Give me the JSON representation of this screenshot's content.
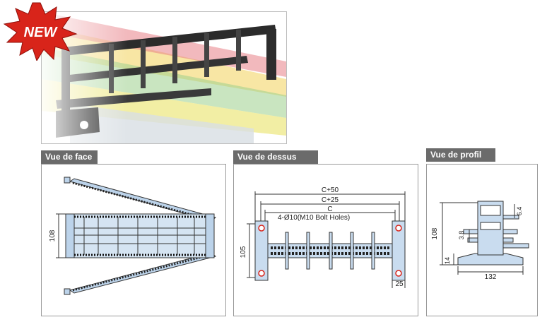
{
  "badge": {
    "label": "NEW",
    "color": "#d8241a"
  },
  "sections": [
    {
      "title": "Vue de face",
      "dims": [
        "108"
      ]
    },
    {
      "title": "Vue de dessus",
      "dims": [
        "C+50",
        "C+25",
        "C",
        "4-Ø10(M10 Bolt Holes)",
        "105",
        "25"
      ]
    },
    {
      "title": "Vue de profil",
      "dims": [
        "108",
        "6.4",
        "3.8",
        "14",
        "132"
      ]
    }
  ],
  "colors": {
    "tab_bg": "#6b6b6b",
    "drawing_fill": "#c9dcef",
    "drawing_stroke": "#3a3a3a",
    "hole": "#d8241a"
  }
}
